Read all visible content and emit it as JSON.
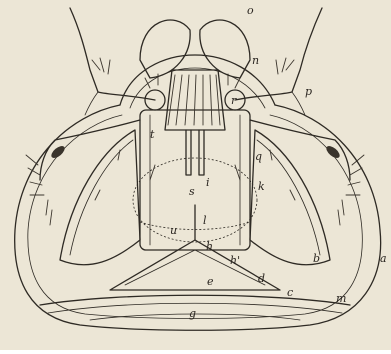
{
  "figure": {
    "labels": {
      "a": "a",
      "b": "b",
      "c": "c",
      "d": "d",
      "e": "e",
      "g": "g",
      "h": "h",
      "h2": "h'",
      "i": "i",
      "k": "k",
      "l": "l",
      "m": "m",
      "n": "n",
      "o": "o",
      "p": "p",
      "q": "q",
      "r": "r",
      "s": "s",
      "t": "t",
      "u": "u"
    }
  }
}
